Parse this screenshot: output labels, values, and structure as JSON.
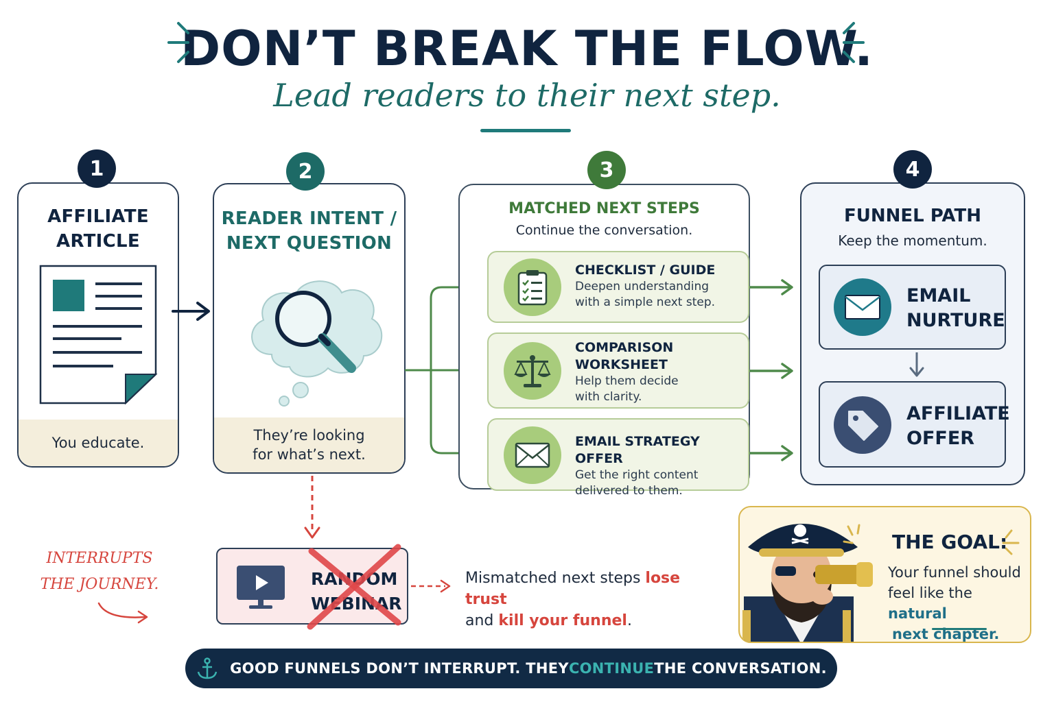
{
  "header": {
    "title": "DON’T BREAK THE FLOW.",
    "subtitle": "Lead readers to their next step."
  },
  "steps": [
    {
      "number": "1",
      "title_line1": "AFFILIATE",
      "title_line2": "ARTICLE",
      "footer": "You educate."
    },
    {
      "number": "2",
      "title_line1": "READER INTENT /",
      "title_line2": "NEXT QUESTION",
      "footer_line1": "They’re looking",
      "footer_line2": "for what’s next."
    },
    {
      "number": "3",
      "title": "MATCHED NEXT STEPS",
      "subtitle": "Continue the conversation.",
      "items": [
        {
          "title": "CHECKLIST / GUIDE",
          "desc_line1": "Deepen understanding",
          "desc_line2": "with a simple next step.",
          "icon": "clipboard-checklist-icon"
        },
        {
          "title_line1": "COMPARISON",
          "title_line2": "WORKSHEET",
          "desc_line1": "Help them decide",
          "desc_line2": "with clarity.",
          "icon": "balance-scale-icon"
        },
        {
          "title": "EMAIL STRATEGY OFFER",
          "desc_line1": "Get the right content",
          "desc_line2": "delivered to them.",
          "icon": "envelope-icon"
        }
      ]
    },
    {
      "number": "4",
      "title": "FUNNEL PATH",
      "subtitle": "Keep the momentum.",
      "boxes": [
        {
          "line1": "EMAIL",
          "line2": "NURTURE",
          "icon": "envelope-icon"
        },
        {
          "line1": "AFFILIATE",
          "line2": "OFFER",
          "icon": "price-tag-icon"
        }
      ]
    }
  ],
  "interrupt": {
    "label_line1": "INTERRUPTS",
    "label_line2": "THE JOURNEY.",
    "box_line1": "RANDOM",
    "box_line2": "WEBINAR",
    "mismatch_part1": "Mismatched next steps ",
    "mismatch_red1": "lose trust",
    "mismatch_part2": "and ",
    "mismatch_red2": "kill your funnel",
    "mismatch_end": "."
  },
  "goal": {
    "title": "THE GOAL:",
    "line1": "Your funnel should",
    "line2a": "feel like the ",
    "line2b": "natural",
    "line3": "next chapter."
  },
  "banner": {
    "part1": "GOOD FUNNELS DON’T INTERRUPT. THEY ",
    "highlight": "CONTINUE",
    "part2": " THE CONVERSATION."
  },
  "colors": {
    "navy": "#10243f",
    "teal": "#1f7a7a",
    "green": "#3f7a3a",
    "red": "#d6453d",
    "cream": "#f4eedc"
  }
}
